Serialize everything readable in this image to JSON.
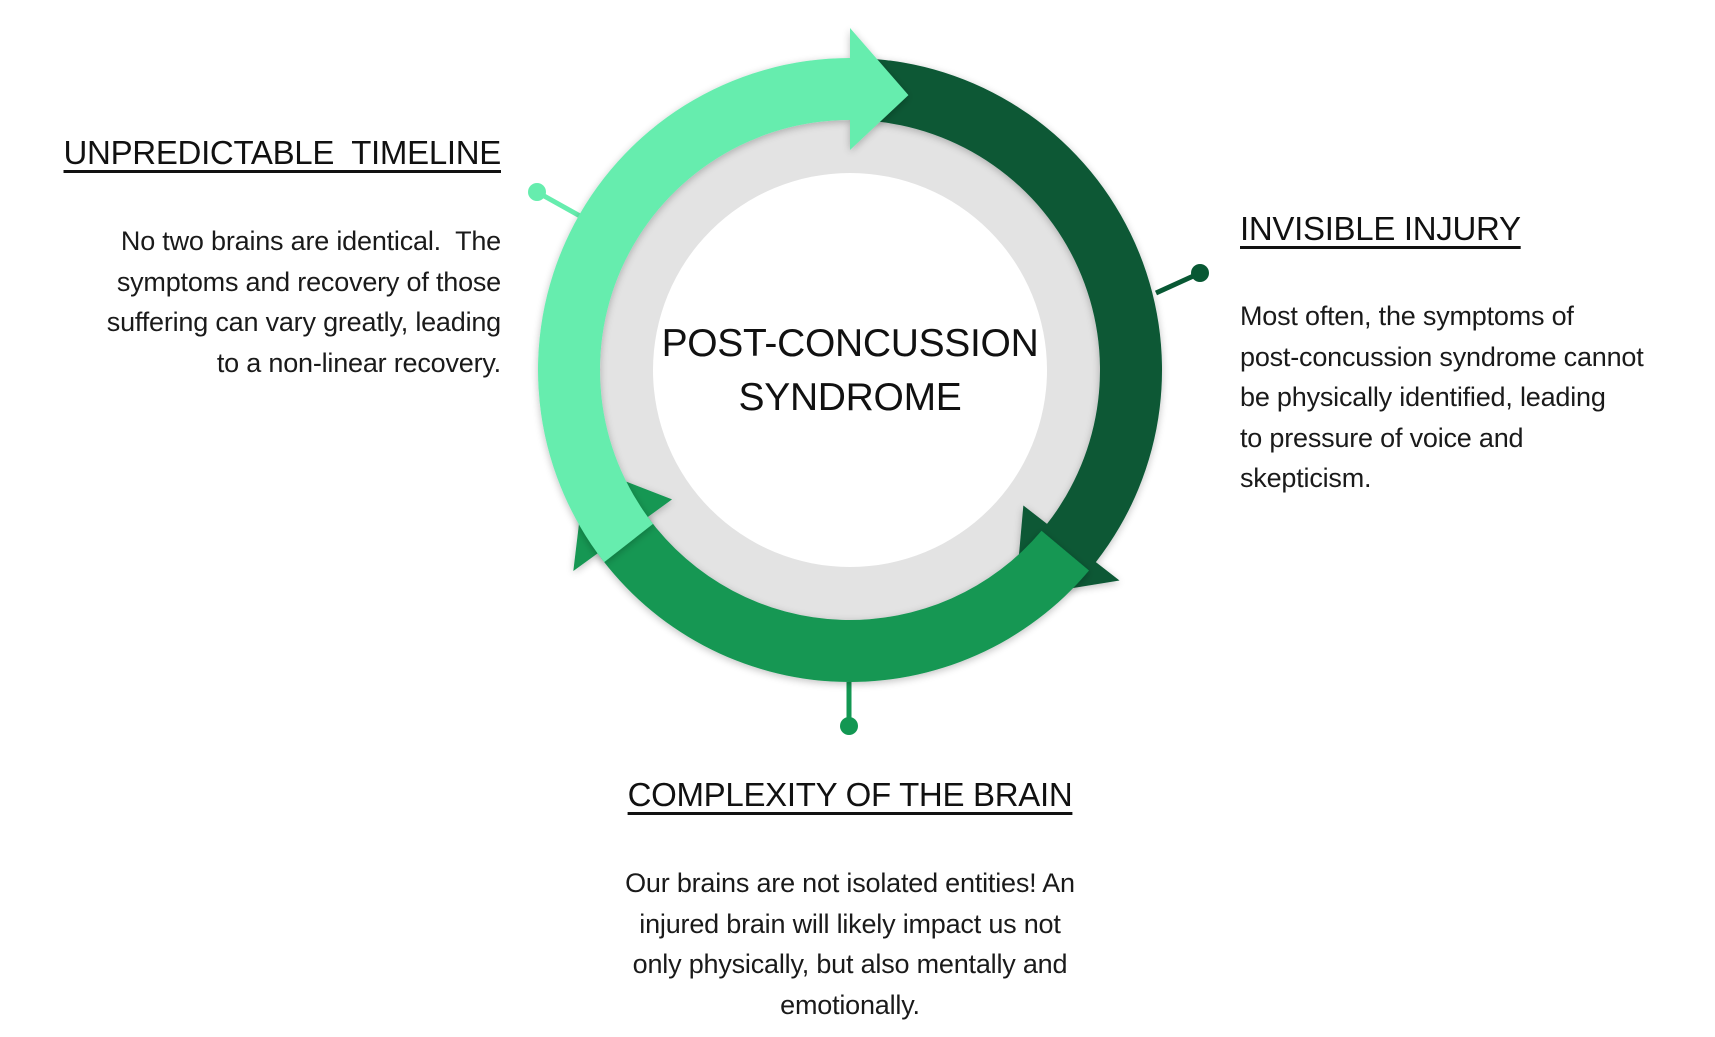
{
  "diagram": {
    "type": "cycle",
    "center_title": [
      "POST-CONCUSSION",
      "SYNDROME"
    ],
    "colors": {
      "light_green": "#66EDAE",
      "dark_green": "#085834",
      "medium_green": "#129752",
      "inner_ring_grey": "#E3E3E3",
      "center_fill": "#FFFFFF",
      "text": "#111111"
    },
    "segments": [
      {
        "id": "unpredictable-timeline",
        "heading": "UNPREDICTABLE  TIMELINE",
        "body": [
          "No two brains are identical.  The",
          "symptoms and recovery of those",
          "suffering can vary greatly, leading",
          "to a non-linear recovery."
        ],
        "color_key": "light_green",
        "position": "upper-left"
      },
      {
        "id": "invisible-injury",
        "heading": "INVISIBLE INJURY",
        "body": [
          "Most often, the symptoms of",
          "post-concussion syndrome cannot",
          "be physically identified, leading",
          "to pressure of voice and",
          "skepticism."
        ],
        "color_key": "dark_green",
        "position": "right"
      },
      {
        "id": "complexity-of-the-brain",
        "heading": "COMPLEXITY OF THE BRAIN",
        "body": [
          "Our brains are not isolated entities! An",
          "injured brain will likely impact us not",
          "only physically, but also mentally and",
          "emotionally."
        ],
        "color_key": "medium_green",
        "position": "bottom"
      }
    ]
  }
}
